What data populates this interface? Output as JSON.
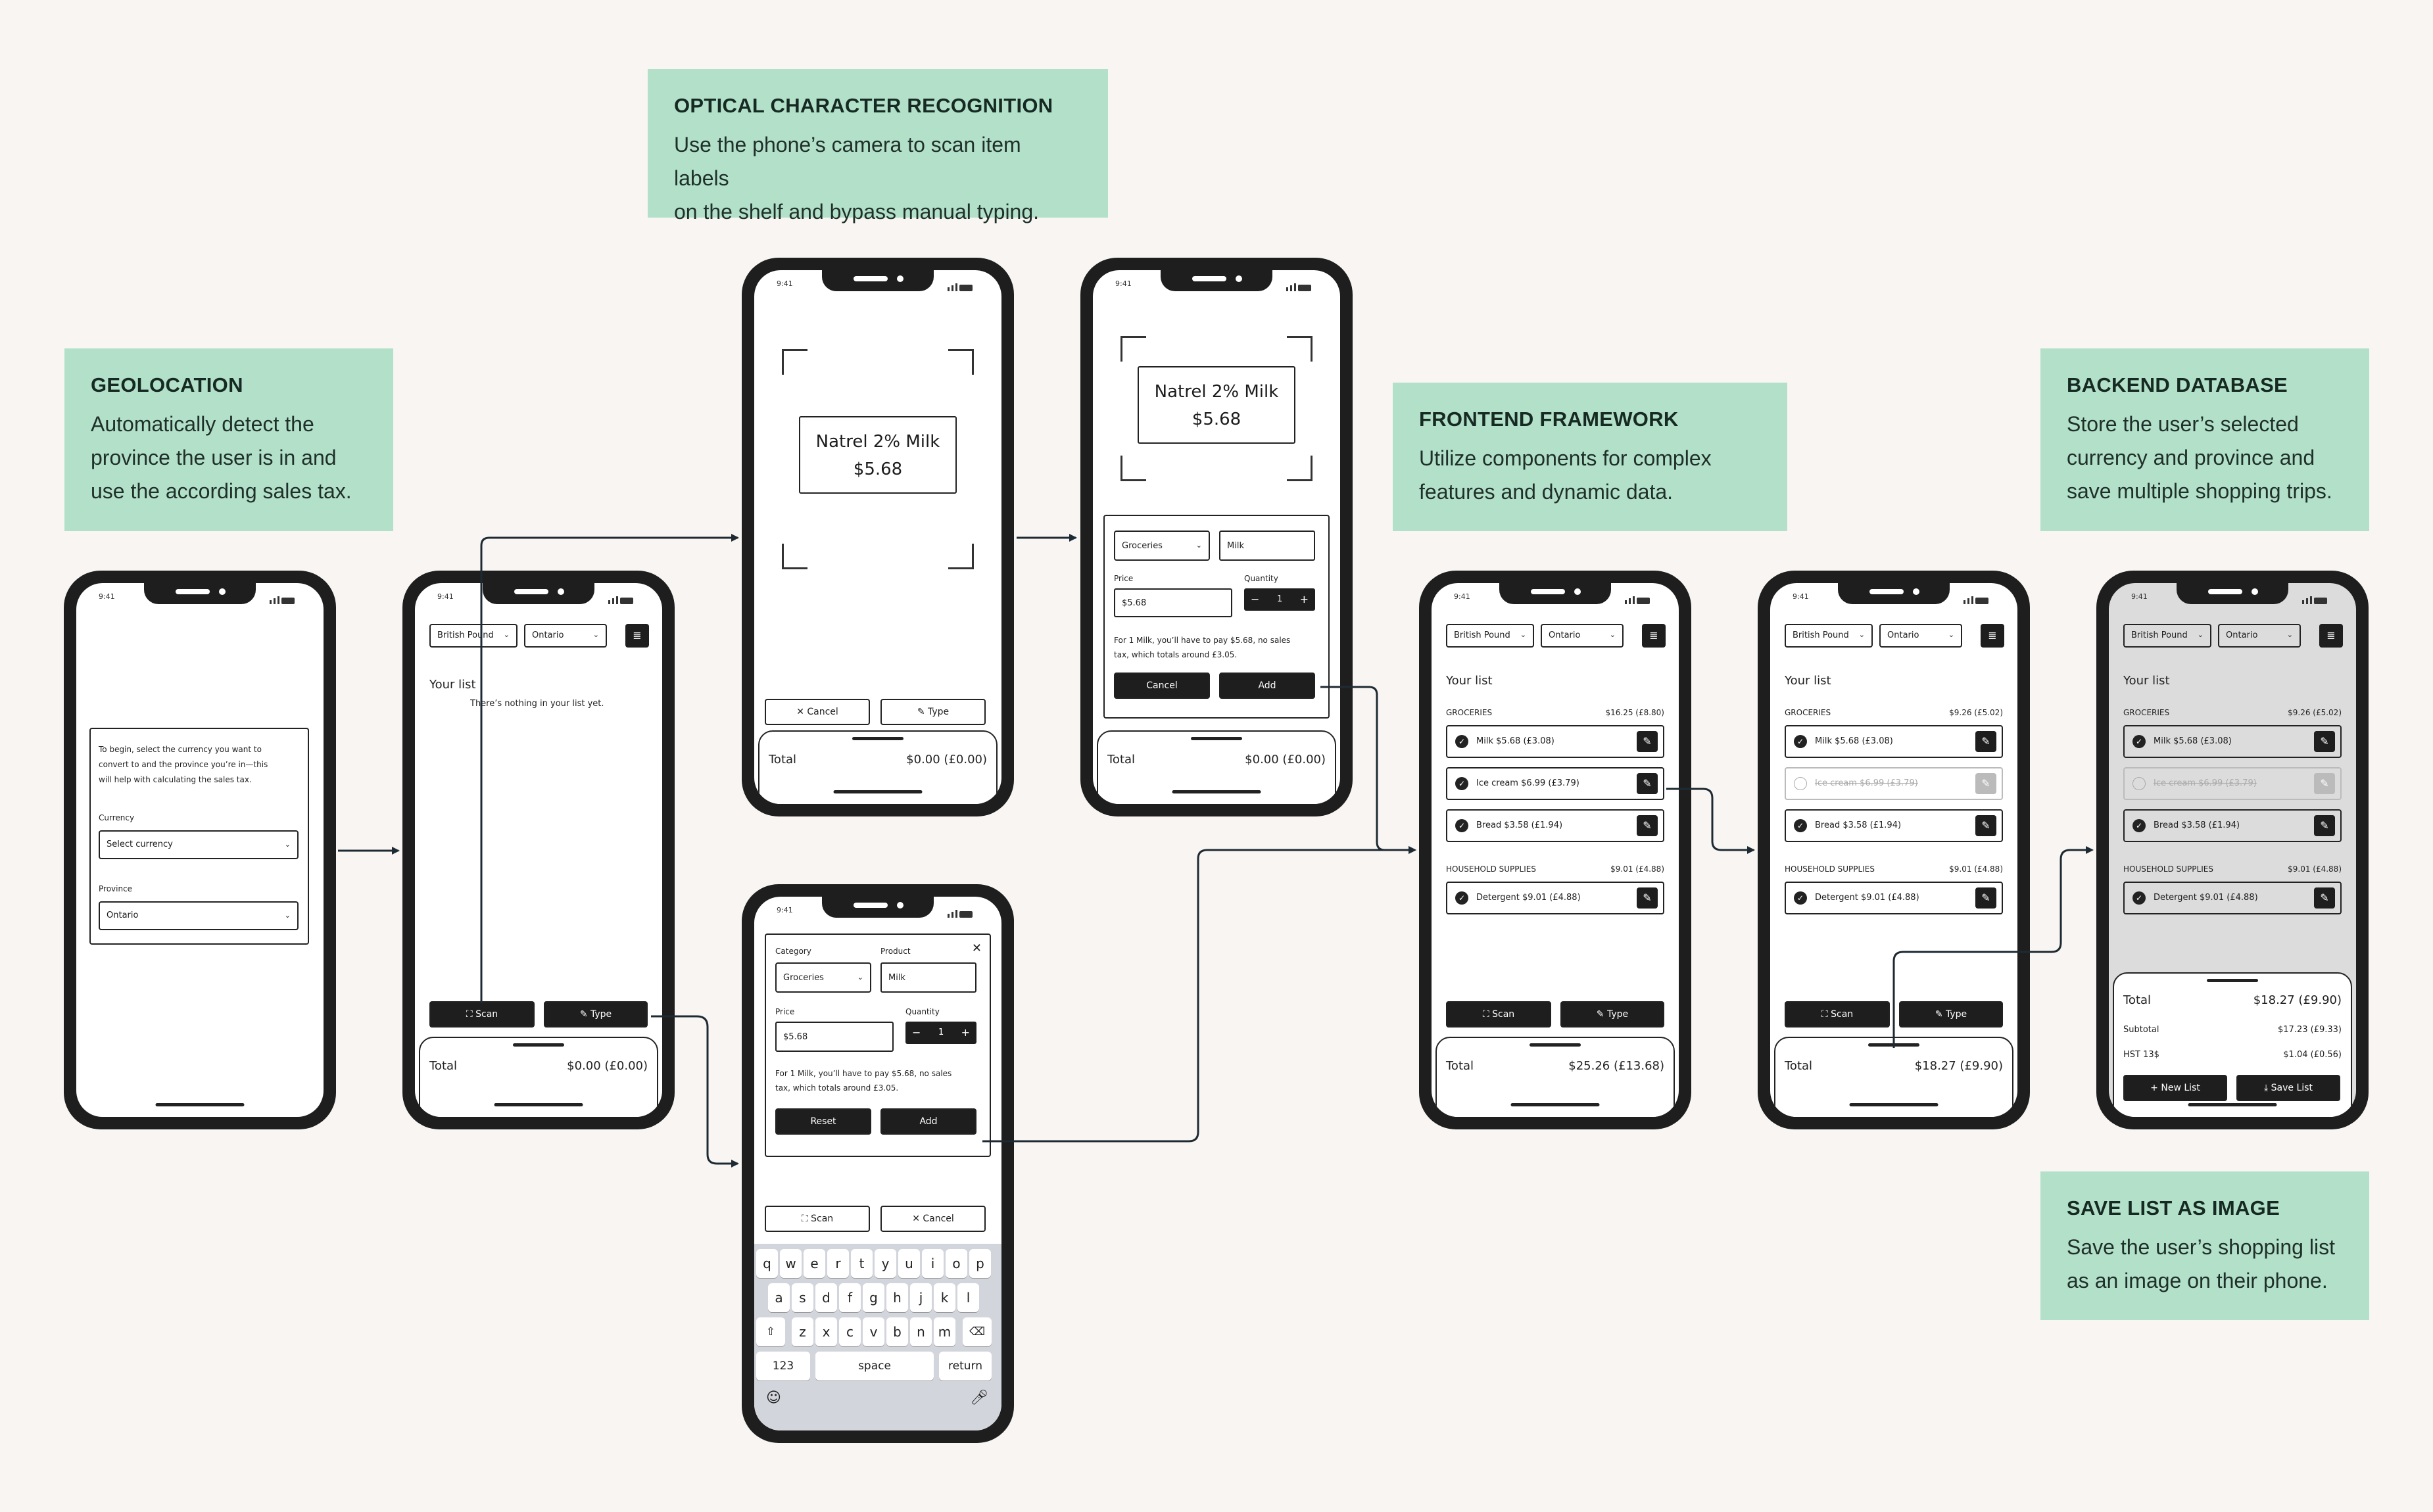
{
  "notes": {
    "geolocation": {
      "title": "GEOLOCATION",
      "body": [
        "Automatically detect the",
        "province the user is in and",
        "use the according sales tax."
      ]
    },
    "ocr": {
      "title": "OPTICAL CHARACTER RECOGNITION",
      "body": [
        "Use the phone’s camera to scan item labels",
        "on the shelf and bypass manual typing."
      ]
    },
    "frontend": {
      "title": "FRONTEND FRAMEWORK",
      "body": [
        "Utilize components for complex",
        "features and dynamic data."
      ]
    },
    "backend": {
      "title": "BACKEND DATABASE",
      "body": [
        "Store the user’s selected",
        "currency and province and",
        "save multiple shopping trips."
      ]
    },
    "save_image": {
      "title": "SAVE LIST AS IMAGE",
      "body": [
        "Save the user’s shopping list",
        "as an image on their phone."
      ]
    }
  },
  "status_time": "9:41",
  "phone1": {
    "intro": [
      "To begin, select the currency you want to",
      "convert to and the province you’re in—this",
      "will help with calculating the sales tax."
    ],
    "currency_label": "Currency",
    "currency_value": "Select currency",
    "province_label": "Province",
    "province_value": "Ontario"
  },
  "header": {
    "currency": "British Pound",
    "province": "Ontario"
  },
  "phone2": {
    "your_list": "Your list",
    "empty": "There’s nothing in your list yet.",
    "scan": "Scan",
    "type": "Type",
    "total_label": "Total",
    "total_value": "$0.00 (£0.00)"
  },
  "camera": {
    "label_line1": "Natrel 2% Milk",
    "label_line2": "$5.68",
    "cancel": "Cancel",
    "type": "Type",
    "total_label": "Total",
    "total_value": "$0.00 (£0.00)"
  },
  "scan_form": {
    "category": "Groceries",
    "product": "Milk",
    "price_label": "Price",
    "quantity_label": "Quantity",
    "price": "$5.68",
    "quantity": "1",
    "note": [
      "For 1 Milk, you’ll have to pay $5.68, no sales",
      "tax, which totals around £3.05."
    ],
    "cancel": "Cancel",
    "add": "Add"
  },
  "type_form": {
    "category_label": "Category",
    "product_label": "Product",
    "category": "Groceries",
    "product": "Milk",
    "price_label": "Price",
    "quantity_label": "Quantity",
    "price": "$5.68",
    "quantity": "1",
    "note": [
      "For 1 Milk, you’ll have to pay $5.68, no sales",
      "tax, which totals around £3.05."
    ],
    "reset": "Reset",
    "add": "Add",
    "scan": "Scan",
    "cancel": "Cancel"
  },
  "keyboard": {
    "row1": [
      "q",
      "w",
      "e",
      "r",
      "t",
      "y",
      "u",
      "i",
      "o",
      "p"
    ],
    "row2": [
      "a",
      "s",
      "d",
      "f",
      "g",
      "h",
      "j",
      "k",
      "l"
    ],
    "row3": [
      "z",
      "x",
      "c",
      "v",
      "b",
      "n",
      "m"
    ],
    "numbers": "123",
    "space": "space",
    "return": "return"
  },
  "list1": {
    "your_list": "Your list",
    "groceries": "GROCERIES",
    "groceries_total": "$16.25 (£8.80)",
    "items": [
      "Milk      $5.68 (£3.08)",
      "Ice cream      $6.99 (£3.79)",
      "Bread      $3.58 (£1.94)"
    ],
    "household": "HOUSEHOLD SUPPLIES",
    "household_total": "$9.01 (£4.88)",
    "household_items": [
      "Detergent      $9.01 (£4.88)"
    ],
    "scan": "Scan",
    "type": "Type",
    "total_label": "Total",
    "total_value": "$25.26 (£13.68)"
  },
  "list2": {
    "your_list": "Your list",
    "groceries": "GROCERIES",
    "groceries_total": "$9.26 (£5.02)",
    "items": [
      "Milk      $5.68 (£3.08)",
      "Ice cream      $6.99 (£3.79)",
      "Bread      $3.58 (£1.94)"
    ],
    "household": "HOUSEHOLD SUPPLIES",
    "household_total": "$9.01 (£4.88)",
    "household_items": [
      "Detergent      $9.01 (£4.88)"
    ],
    "scan": "Scan",
    "type": "Type",
    "total_label": "Total",
    "total_value": "$18.27 (£9.90)"
  },
  "list3": {
    "your_list": "Your list",
    "groceries": "GROCERIES",
    "groceries_total": "$9.26 (£5.02)",
    "items": [
      "Milk      $5.68 (£3.08)",
      "Ice cream      $6.99 (£3.79)",
      "Bread      $3.58 (£1.94)"
    ],
    "household": "HOUSEHOLD SUPPLIES",
    "household_total": "$9.01 (£4.88)",
    "household_items": [
      "Detergent      $9.01 (£4.88)"
    ],
    "total_label": "Total",
    "total_value": "$18.27 (£9.90)",
    "subtotal_label": "Subtotal",
    "subtotal_value": "$17.23 (£9.33)",
    "hst_label": "HST 13$",
    "hst_value": "$1.04 (£0.56)",
    "new_list": "New List",
    "save_list": "Save List"
  },
  "icons": {
    "check": "check-icon",
    "edit": "pencil-icon",
    "scan": "scan-icon",
    "type": "pencil-icon",
    "list": "list-icon",
    "chevron": "chevron-down-icon",
    "close": "close-icon"
  },
  "colors": {
    "note_bg": "#b2e0c9",
    "background": "#f8f5f2",
    "phone": "#1e1e1e",
    "arrow": "#1e2a33"
  }
}
